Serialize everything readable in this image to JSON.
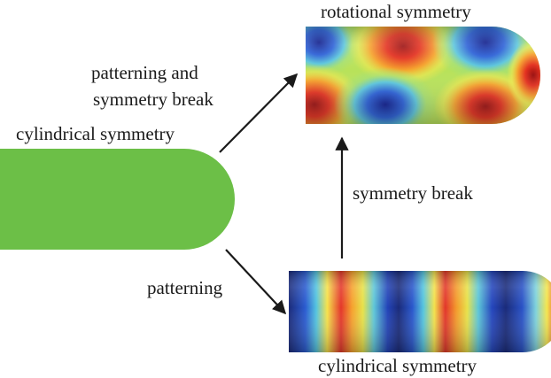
{
  "labels": {
    "top_title": "rotational symmetry",
    "top_left_line1": "patterning and",
    "top_left_line2": "symmetry break",
    "left_title": "cylindrical symmetry",
    "middle_right": "symmetry break",
    "bottom_left": "patterning",
    "bottom_title": "cylindrical symmetry"
  },
  "colors": {
    "green_body": "#6cbf47",
    "arrow": "#1a1a1a",
    "text": "#1a1a1a"
  }
}
